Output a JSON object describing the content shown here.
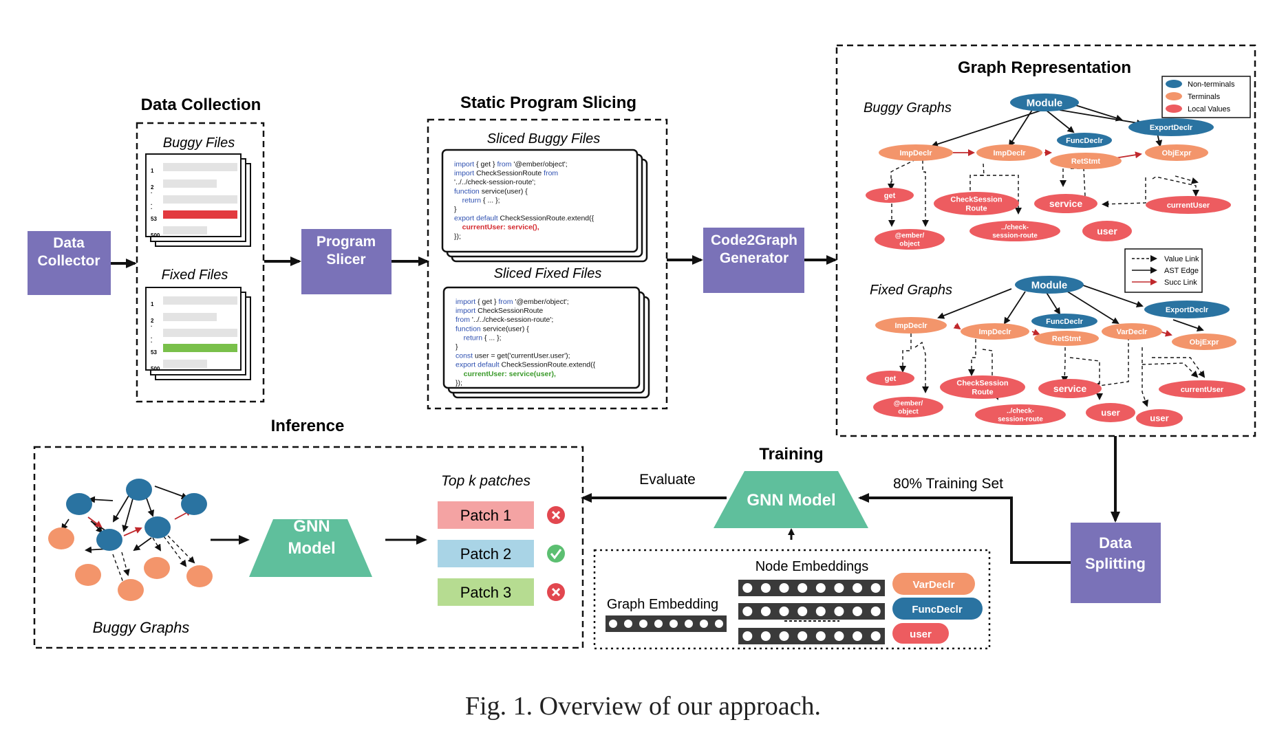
{
  "colors": {
    "purple": "#7a72b8",
    "teal": "#5fbf9c",
    "nonterminal": "#2a73a1",
    "terminal": "#f3956b",
    "local_value": "#ed5c60",
    "red_line": "#e23a3f",
    "green_line": "#79c04a",
    "patch1": "#f4a3a3",
    "patch2": "#a9d4e6",
    "patch3": "#b6dc91",
    "bad": "#e2474f",
    "good": "#5cbf71"
  },
  "boxes": {
    "data_collector": "Data\nCollector",
    "program_slicer": "Program\nSlicer",
    "code2graph": "Code2Graph\nGenerator",
    "data_splitting": "Data\nSplitting"
  },
  "data_collection": {
    "title": "Data Collection",
    "buggy_files": "Buggy Files",
    "fixed_files": "Fixed Files",
    "line_numbers": [
      "1",
      "2",
      ".",
      ".",
      "53",
      "500"
    ]
  },
  "slicing": {
    "title": "Static Program Slicing",
    "sliced_buggy": "Sliced Buggy Files",
    "sliced_fixed": "Sliced Fixed Files",
    "buggy_code": [
      {
        "kw": "import",
        "t": " { get } ",
        "kw2": "from",
        "t2": " '@ember/object';"
      },
      {
        "kw": "import",
        "t": " CheckSessionRoute ",
        "kw2": "from",
        "t2": ""
      },
      {
        "kw": "",
        "t": "'../../check-session-route';",
        "kw2": "",
        "t2": ""
      },
      {
        "kw": "function",
        "t": " service(user) {",
        "kw2": "",
        "t2": ""
      },
      {
        "kw": "    return",
        "t": " { ... };",
        "kw2": "",
        "t2": ""
      },
      {
        "kw": "",
        "t": "}",
        "kw2": "",
        "t2": ""
      },
      {
        "kw": "export default",
        "t": " CheckSessionRoute.extend({",
        "kw2": "",
        "t2": ""
      },
      {
        "kw": "",
        "t": "",
        "kw2": "",
        "t2": "",
        "hl": "    currentUser: service(),"
      },
      {
        "kw": "",
        "t": "});",
        "kw2": "",
        "t2": ""
      }
    ],
    "fixed_code": [
      {
        "kw": "import",
        "t": " { get } ",
        "kw2": "from",
        "t2": " '@ember/object';"
      },
      {
        "kw": "import",
        "t": " CheckSessionRoute",
        "kw2": "",
        "t2": ""
      },
      {
        "kw": "from",
        "t": " '../../check-session-route';",
        "kw2": "",
        "t2": ""
      },
      {
        "kw": "function",
        "t": " service(user) {",
        "kw2": "",
        "t2": ""
      },
      {
        "kw": "    return",
        "t": " { ... };",
        "kw2": "",
        "t2": ""
      },
      {
        "kw": "",
        "t": "}",
        "kw2": "",
        "t2": ""
      },
      {
        "kw": "const",
        "t": " user = get('currentUser.user');",
        "kw2": "",
        "t2": ""
      },
      {
        "kw": "export default",
        "t": " CheckSessionRoute.extend({",
        "kw2": "",
        "t2": ""
      },
      {
        "kw": "",
        "t": "",
        "kw2": "",
        "t2": "",
        "hl": "    currentUser: service(user),"
      },
      {
        "kw": "",
        "t": "});",
        "kw2": "",
        "t2": ""
      }
    ]
  },
  "graph_repr": {
    "title": "Graph Representation",
    "buggy_label": "Buggy Graphs",
    "fixed_label": "Fixed Graphs",
    "legend_nodes": [
      "Non-terminals",
      "Terminals",
      "Local Values"
    ],
    "legend_edges": [
      "Value Link",
      "AST Edge",
      "Succ Link"
    ],
    "buggy_nodes": {
      "module": "Module",
      "export": "ExportDeclr",
      "func": "FuncDeclr",
      "imp1": "ImpDeclr",
      "imp2": "ImpDeclr",
      "ret": "RetStmt",
      "obj": "ObjExpr",
      "get": "get",
      "check": "CheckSession\nRoute",
      "service": "service",
      "current": "currentUser",
      "ember": "@ember/\nobject",
      "route": "../check-\nsession-route",
      "user": "user"
    },
    "fixed_nodes": {
      "module": "Module",
      "export": "ExportDeclr",
      "func": "FuncDeclr",
      "imp1": "ImpDeclr",
      "imp2": "ImpDeclr",
      "ret": "RetStmt",
      "var": "VarDeclr",
      "obj": "ObjExpr",
      "get": "get",
      "check": "CheckSession\nRoute",
      "service": "service",
      "current": "currentUser",
      "ember": "@ember/\nobject",
      "route": "../check-\nsession-route",
      "user1": "user",
      "user2": "user"
    }
  },
  "training": {
    "title": "Training",
    "gnn": "GNN Model",
    "evaluate": "Evaluate",
    "train_set": "80% Training Set",
    "node_emb": "Node Embeddings",
    "graph_emb": "Graph Embedding",
    "pills": [
      "VarDeclr",
      "FuncDeclr",
      "user"
    ]
  },
  "inference": {
    "title": "Inference",
    "gnn": "GNN\nModel",
    "buggy_graphs": "Buggy Graphs",
    "topk": "Top k patches",
    "patches": [
      {
        "label": "Patch 1",
        "ok": false
      },
      {
        "label": "Patch 2",
        "ok": true
      },
      {
        "label": "Patch 3",
        "ok": false
      }
    ]
  },
  "caption": "Fig. 1.  Overview of our approach."
}
